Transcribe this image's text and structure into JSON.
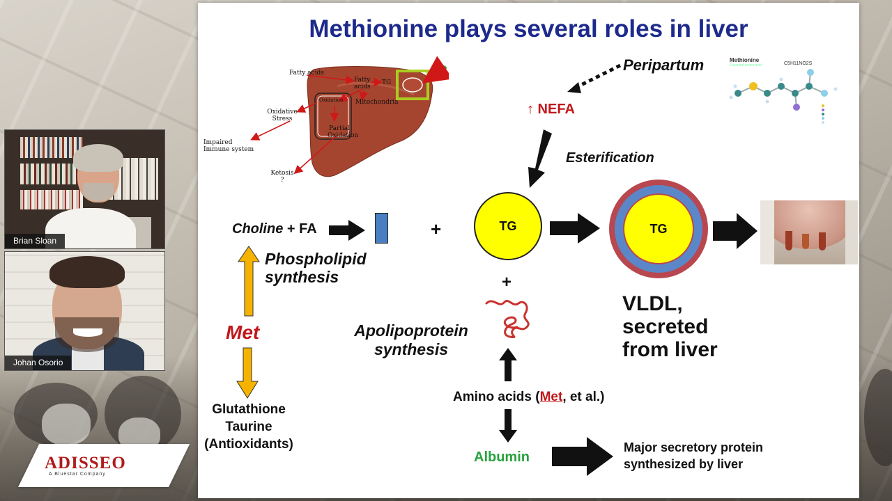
{
  "participants": [
    {
      "name": "Brian Sloan"
    },
    {
      "name": "Johan Osorio"
    }
  ],
  "logo": {
    "name": "ADISSEO",
    "tagline": "A Bluestar Company"
  },
  "slide": {
    "title": "Methionine plays several roles in liver",
    "liver_labels": {
      "fatty_acids": "Fatty acids",
      "fatty_acids_inner": "Fatty acids",
      "tg": "TG",
      "oxidation": "Oxidation",
      "mitochondria": "Mitochondria",
      "oxidative_stress": "Oxidative Stress",
      "partial_oxidation": "Partial Oxidation",
      "impaired_immune": "Impaired Immune system",
      "ketosis": "Ketosis ?"
    },
    "molecule": {
      "name": "Methionine",
      "subtitle": "Essential amino acid",
      "formula": "C5H11NO2S"
    },
    "peripartum": "Peripartum",
    "nefa": "↑ NEFA",
    "esterification": "Esterification",
    "choline": "Choline",
    "plus_fa": " + FA",
    "plus1": "+",
    "plus2": "+",
    "tg1": "TG",
    "tg2": "TG",
    "phospholipid": "Phospholipid synthesis",
    "met": "Met",
    "apolipoprotein": "Apolipoprotein synthesis",
    "vldl_line1": "VLDL,",
    "vldl_line2": "secreted",
    "vldl_line3": "from liver",
    "glutathione": "Glutathione",
    "taurine": "Taurine",
    "antioxidants": "(Antioxidants)",
    "amino_prefix": "Amino acids (",
    "amino_met": "Met",
    "amino_suffix": ", et al.)",
    "albumin": "Albumin",
    "major1": "Major secretory protein",
    "major2": "synthesized by liver"
  },
  "colors": {
    "title": "#1d2a8c",
    "met_red": "#c0171b",
    "albumin_green": "#27a33c",
    "tg_yellow": "#ffff00",
    "vldl_blue": "#5b87c9",
    "vldl_red": "#b8474f",
    "orange_arrow": "#f5b300"
  }
}
